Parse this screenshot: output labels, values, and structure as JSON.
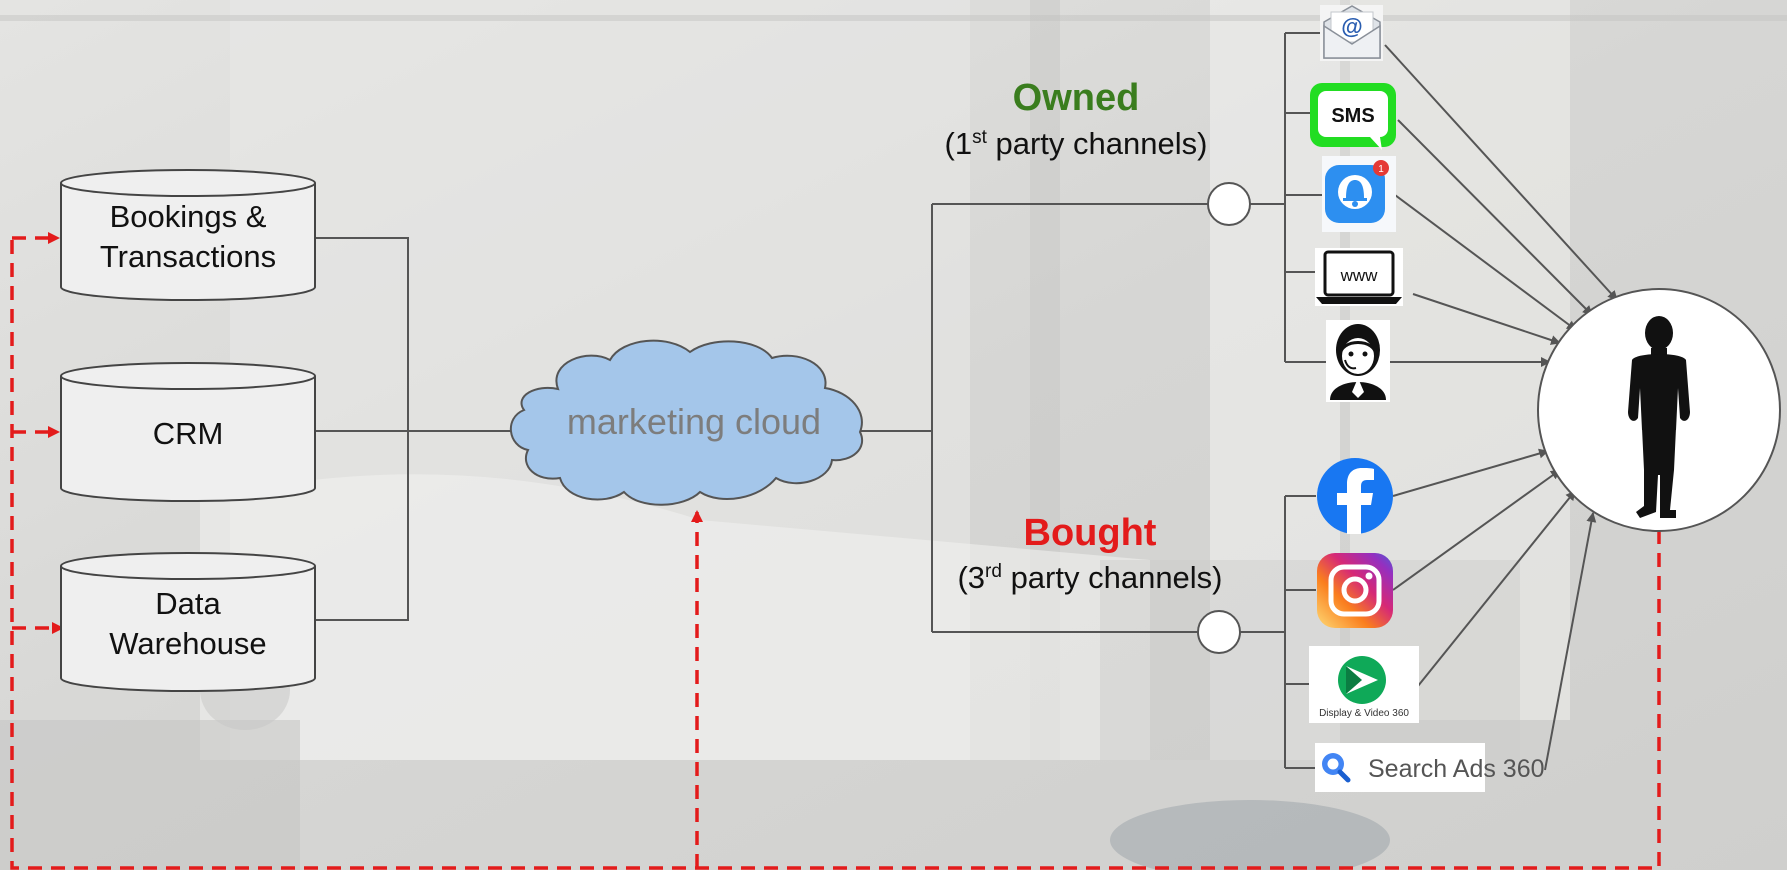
{
  "sources": [
    {
      "id": "bookings",
      "label_lines": [
        "Bookings &",
        "Transactions"
      ]
    },
    {
      "id": "crm",
      "label_lines": [
        "CRM"
      ]
    },
    {
      "id": "warehouse",
      "label_lines": [
        "Data",
        "Warehouse"
      ]
    }
  ],
  "hub": {
    "label": "marketing cloud"
  },
  "owned": {
    "title": "Owned",
    "sub_open": "(1",
    "sub_sup": "st",
    "sub_rest": " party channels)",
    "title_color": "#3a7d1e"
  },
  "bought": {
    "title": "Bought",
    "sub_open": "(3",
    "sub_sup": "rd",
    "sub_rest": " party channels)",
    "title_color": "#e31b1b"
  },
  "channels": {
    "owned": [
      {
        "icon": "email-icon"
      },
      {
        "icon": "sms-icon",
        "label": "SMS"
      },
      {
        "icon": "push-notification-icon",
        "badge": "1"
      },
      {
        "icon": "website-laptop-icon",
        "label": "www"
      },
      {
        "icon": "call-center-agent-icon"
      }
    ],
    "bought": [
      {
        "icon": "facebook-icon"
      },
      {
        "icon": "instagram-icon"
      },
      {
        "icon": "display-video-360-icon",
        "label": "Display & Video 360"
      },
      {
        "icon": "search-ads-360-icon",
        "label": "Search Ads 360"
      }
    ]
  },
  "customer": {
    "icon": "customer-silhouette-icon"
  },
  "colors": {
    "line": "#555555",
    "feedback": "#e31b1b",
    "cloud_fill": "#a4c6ea",
    "db_fill": "#efefef"
  }
}
